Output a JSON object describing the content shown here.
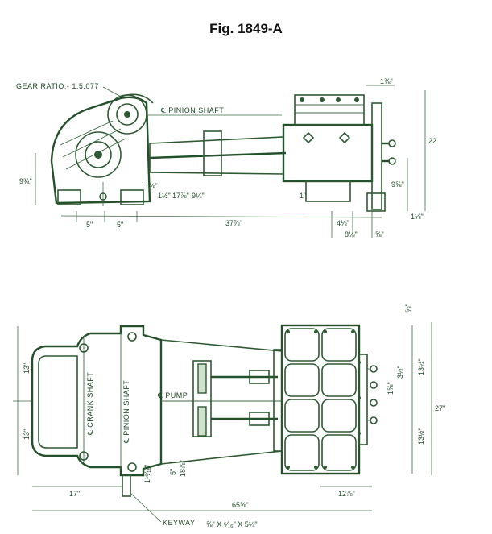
{
  "figure": {
    "title": "Fig. 1849-A"
  },
  "elevation": {
    "gear_ratio": "GEAR RATIO:- 1:5.077",
    "pinion_shaft": "℄ PINION SHAFT",
    "dims": {
      "left_a": "5\"",
      "left_b": "5\"",
      "overall": "37⅞\"",
      "right_a": "4⅛\"",
      "right_b": "8⅛\"",
      "right_c": "⅝\"",
      "height_total": "22",
      "left_height": "9¾\"",
      "inner_a": "1⅜\"",
      "inner_b": "1½\"",
      "inner_c": "17⅞\"",
      "inner_d": "9¼\"",
      "inner_e": "1\"",
      "right_height": "9⅝\"",
      "top_small": "1⅜\"",
      "base_small": "1⅛\""
    }
  },
  "plan": {
    "crank_shaft": "℄ CRANK SHAFT",
    "pinion_shaft": "℄ PINION SHAFT",
    "pump": "℄ PUMP",
    "keyway": "KEYWAY",
    "keyway_dim": "⅝\" X ⁵⁄₁₆\" X 5¼\"",
    "dims": {
      "left_top": "13\"",
      "left_bottom": "13\"",
      "total_right": "27\"",
      "right_top": "13½\"",
      "right_bottom": "13½\"",
      "inner_a": "1⅝\"",
      "inner_b": "3½\"",
      "top_small": "⅝\"",
      "shaft_a": "1¹⁵⁄₁₆\"",
      "shaft_b": "5\"",
      "shaft_c": "18⅞\"",
      "bottom_left": "17\"",
      "bottom_right": "12⅞\"",
      "overall": "65⅝\""
    }
  }
}
